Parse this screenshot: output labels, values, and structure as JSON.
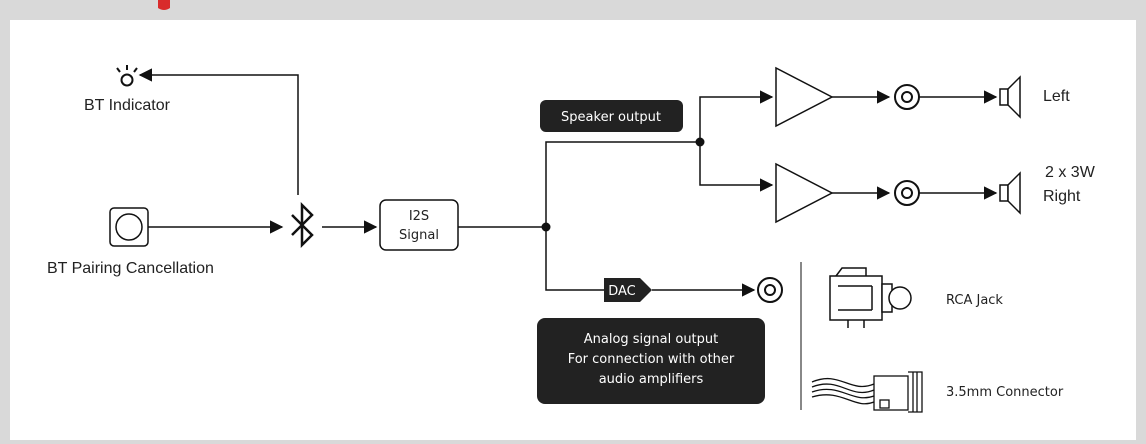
{
  "labels": {
    "bt_indicator": "BT Indicator",
    "bt_pairing": "BT Pairing Cancellation",
    "i2s_line1": "I2S",
    "i2s_line2": "Signal",
    "speaker_output": "Speaker output",
    "dac": "DAC",
    "left": "Left",
    "right": "Right",
    "power": "2 x 3W",
    "analog_line1": "Analog signal output",
    "analog_line2": "For connection with other",
    "analog_line3": "audio amplifiers",
    "rca_jack": "RCA Jack",
    "connector": "3.5mm Connector"
  },
  "icons": {
    "indicator": "led-indicator-icon",
    "pairing_button": "push-button-icon",
    "bluetooth": "bluetooth-icon",
    "amplifier": "amplifier-triangle-icon",
    "output_jack": "jack-circle-icon",
    "speaker": "speaker-icon",
    "rca_jack": "rca-jack-icon",
    "plug": "audio-plug-icon"
  },
  "colors": {
    "background": "#d9d9d9",
    "panel": "#ffffff",
    "dark_box": "#222222",
    "line": "#111111"
  }
}
